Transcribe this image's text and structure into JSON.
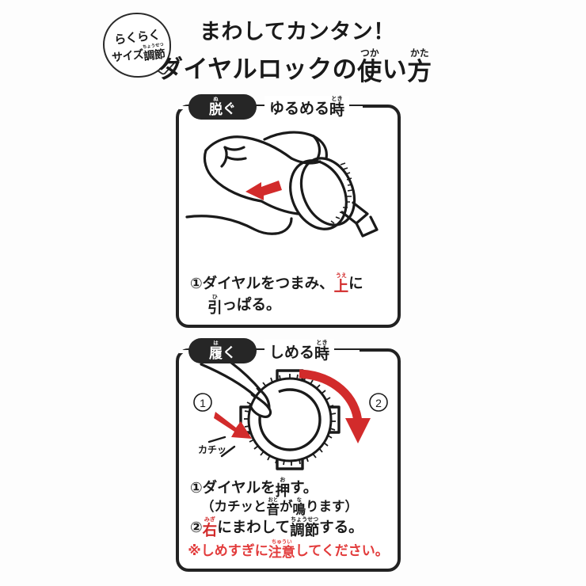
{
  "badge": {
    "line1": "らくらく",
    "line2_pre": "サイズ",
    "line2_kanji": "調節",
    "line2_ruby": "ちょうせつ"
  },
  "title": {
    "line1": "まわしてカンタン！",
    "line2_pre": "ダイヤルロックの",
    "line2_k1": "使",
    "line2_k1_ruby": "つか",
    "line2_mid": "い",
    "line2_k2": "方",
    "line2_k2_ruby": "かた"
  },
  "panels": [
    {
      "id": "loosen",
      "tab_kanji": "脱",
      "tab_kanji_ruby": "ぬ",
      "tab_okurigana": "ぐ",
      "tab_text_pre": "ゆるめる",
      "tab_text_kanji": "時",
      "tab_text_ruby": "とき",
      "illustration": "hand-pinching-dial-pull-up",
      "arrow_color": "#d22b2b",
      "caption": {
        "line1_num": "①",
        "line1_a": "ダイヤルをつまみ、",
        "line1_red_kanji": "上",
        "line1_red_ruby": "うえ",
        "line1_b": "に",
        "line2_kanji": "引",
        "line2_ruby": "ひ",
        "line2_rest": "っぱる。"
      }
    },
    {
      "id": "tighten",
      "tab_kanji": "履",
      "tab_kanji_ruby": "は",
      "tab_okurigana": "く",
      "tab_text_pre": "しめる",
      "tab_text_kanji": "時",
      "tab_text_ruby": "とき",
      "illustration": "finger-pressing-gear-dial-turn-right",
      "arrow_color": "#d22b2b",
      "marker1": "①",
      "marker2": "②",
      "sound_label": "カチッ",
      "caption": {
        "line1_num": "①",
        "line1_a": "ダイヤルを",
        "line1_kanji": "押",
        "line1_ruby": "お",
        "line1_b": "す。",
        "line2_a": "（カチッと",
        "line2_k1": "音",
        "line2_k1_ruby": "おと",
        "line2_b": "が",
        "line2_k2": "鳴",
        "line2_k2_ruby": "な",
        "line2_c": "ります）",
        "line3_num": "②",
        "line3_red_kanji": "右",
        "line3_red_ruby": "みぎ",
        "line3_a": "にまわして",
        "line3_k2": "調節",
        "line3_k2_ruby": "ちょうせつ",
        "line3_b": "する。",
        "warning_mark": "※",
        "warning_a": "しめすぎに",
        "warning_kanji": "注意",
        "warning_ruby": "ちゅうい",
        "warning_b": "してください。"
      }
    }
  ],
  "colors": {
    "ink": "#1a1a1a",
    "border": "#222222",
    "red_arrow": "#d22b2b",
    "red_text": "#e23b3b",
    "background": "#fdfdfd"
  }
}
